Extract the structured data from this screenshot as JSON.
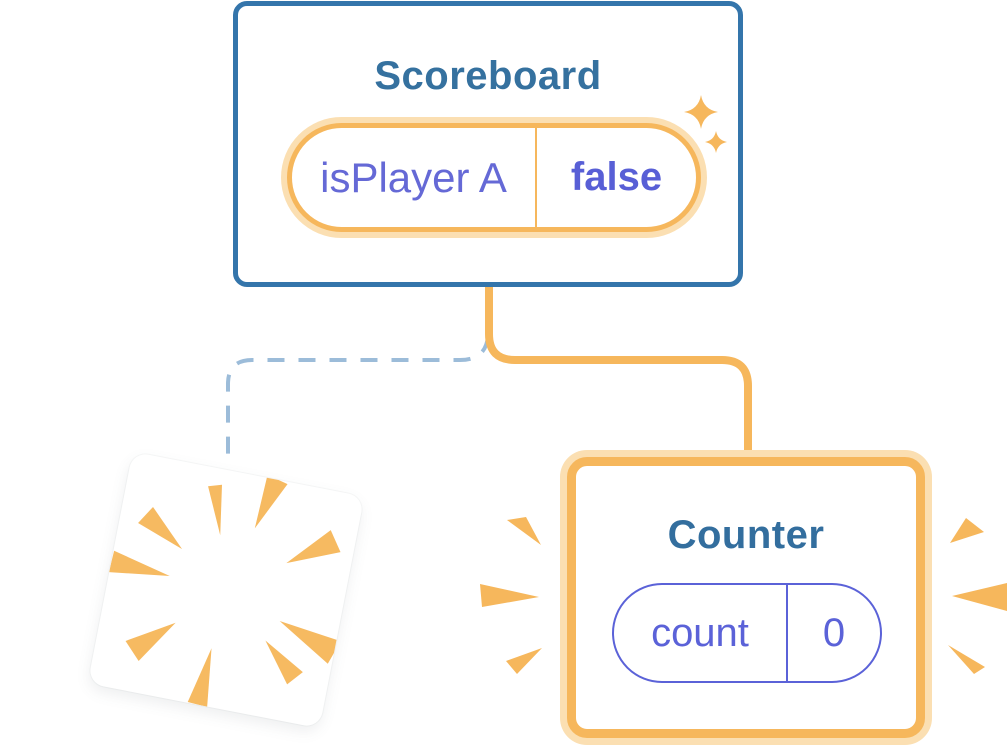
{
  "scoreboard": {
    "title": "Scoreboard",
    "state": {
      "key": "isPlayer A",
      "value": "false"
    }
  },
  "counter": {
    "title": "Counter",
    "state": {
      "key": "count",
      "value": "0"
    }
  },
  "icons": {
    "sparkle": "sparkle-icon",
    "burst": "burst-icon"
  },
  "colors": {
    "accent_orange": "#F6B75C",
    "halo_orange": "#FBDFB2",
    "state_purple": "#5F64D6",
    "card_border_blue": "#3475AB",
    "title_blue": "#35719F",
    "dashed_link_blue": "#9CBCD9"
  }
}
